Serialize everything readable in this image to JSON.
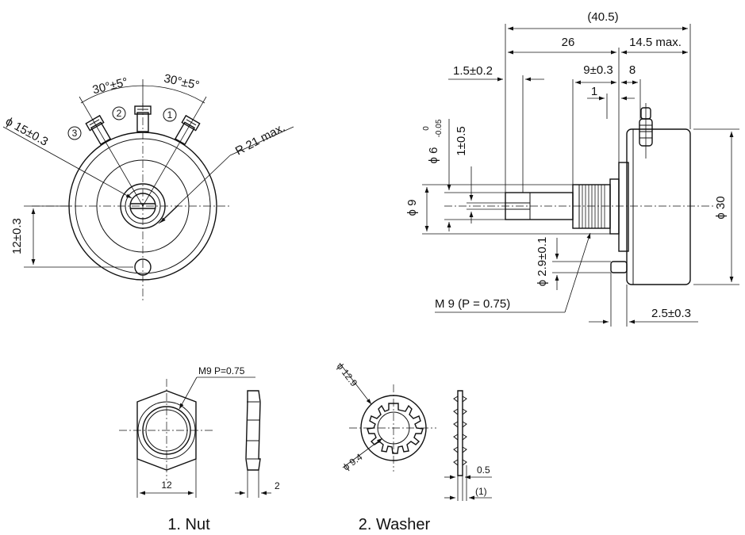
{
  "dimensions": {
    "angle_left": "30°±5°",
    "angle_right": "30°±5°",
    "terminal_1": "1",
    "terminal_2": "2",
    "terminal_3": "3",
    "body_diameter": "ϕ 15±0.3",
    "radius_max": "R 21 max.",
    "hole_offset": "12±0.3",
    "overall_length": "(40.5)",
    "shaft_length": "26",
    "body_length_max": "14.5 max.",
    "slot_width": "1.5±0.2",
    "bushing_length": "9±0.3",
    "body_depth": "8",
    "shoulder": "1",
    "shaft_diameter_main": "ϕ 6",
    "shaft_tol_upper": "0",
    "shaft_tol_lower": "-0.05",
    "slot_depth": "1±0.5",
    "bushing_diameter": "ϕ 9",
    "housing_diameter": "ϕ 30",
    "pin_diameter": "ϕ 2.9±0.1",
    "thread_spec": "M 9 (P = 0.75)",
    "pin_offset": "2.5±0.3",
    "nut_thread": "M9 P=0.75",
    "nut_width": "12",
    "nut_thickness": "2",
    "washer_outer": "ϕ 12.9",
    "washer_inner": "ϕ 9.4",
    "washer_thickness": "0.5",
    "washer_height": "(1)"
  },
  "captions": {
    "nut": "1. Nut",
    "washer": "2. Washer"
  }
}
